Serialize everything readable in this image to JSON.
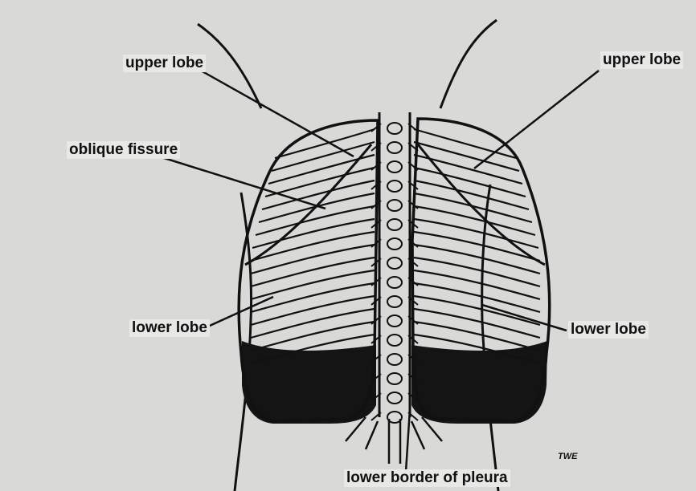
{
  "labels": {
    "upper_lobe_left": "upper lobe",
    "upper_lobe_right": "upper lobe",
    "oblique_fissure": "oblique fissure",
    "lower_lobe_left": "lower lobe",
    "lower_lobe_right": "lower lobe",
    "lower_border_of_pleura": "lower border of pleura"
  },
  "artist_initials": "TWE",
  "colors": {
    "background": "#d9d9d7",
    "ink": "#111111",
    "pleura_fill": "#141414"
  }
}
